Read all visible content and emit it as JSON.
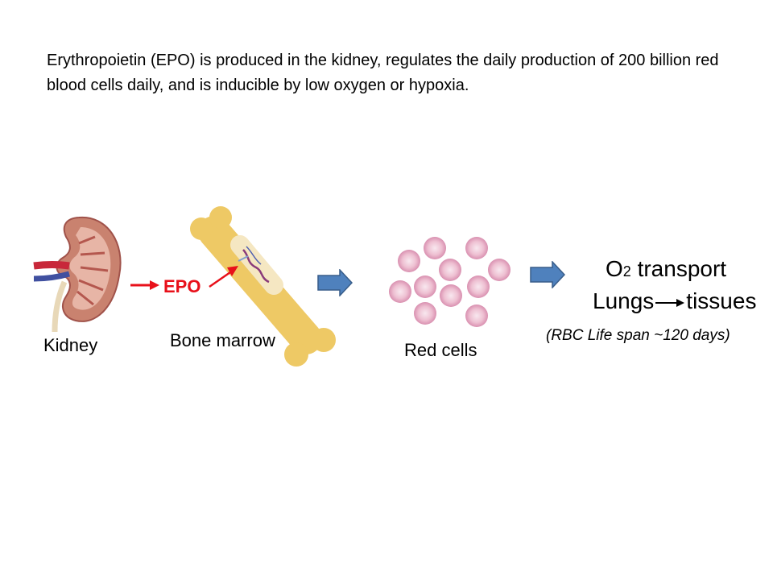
{
  "intro_text": "Erythropoietin (EPO) is produced in the kidney,  regulates the daily production of 200 billion red blood cells daily, and is inducible by low oxygen or hypoxia.",
  "labels": {
    "kidney": "Kidney",
    "epo": "EPO",
    "bone_marrow": "Bone marrow",
    "red_cells": "Red cells",
    "o2_prefix": "O",
    "o2_subscript": "2",
    "o2_suffix": " transport",
    "lungs": "Lungs",
    "tissues": "tissues",
    "lifespan": "(RBC Life span ~120 days)"
  },
  "colors": {
    "epo_red": "#e8101a",
    "block_arrow_blue": "#4f81bd",
    "bone_yellow": "#eec965",
    "cell_pink": "#e3a6c0"
  },
  "icons": [
    "kidney-illustration",
    "bone-illustration",
    "red-cells-illustration"
  ]
}
